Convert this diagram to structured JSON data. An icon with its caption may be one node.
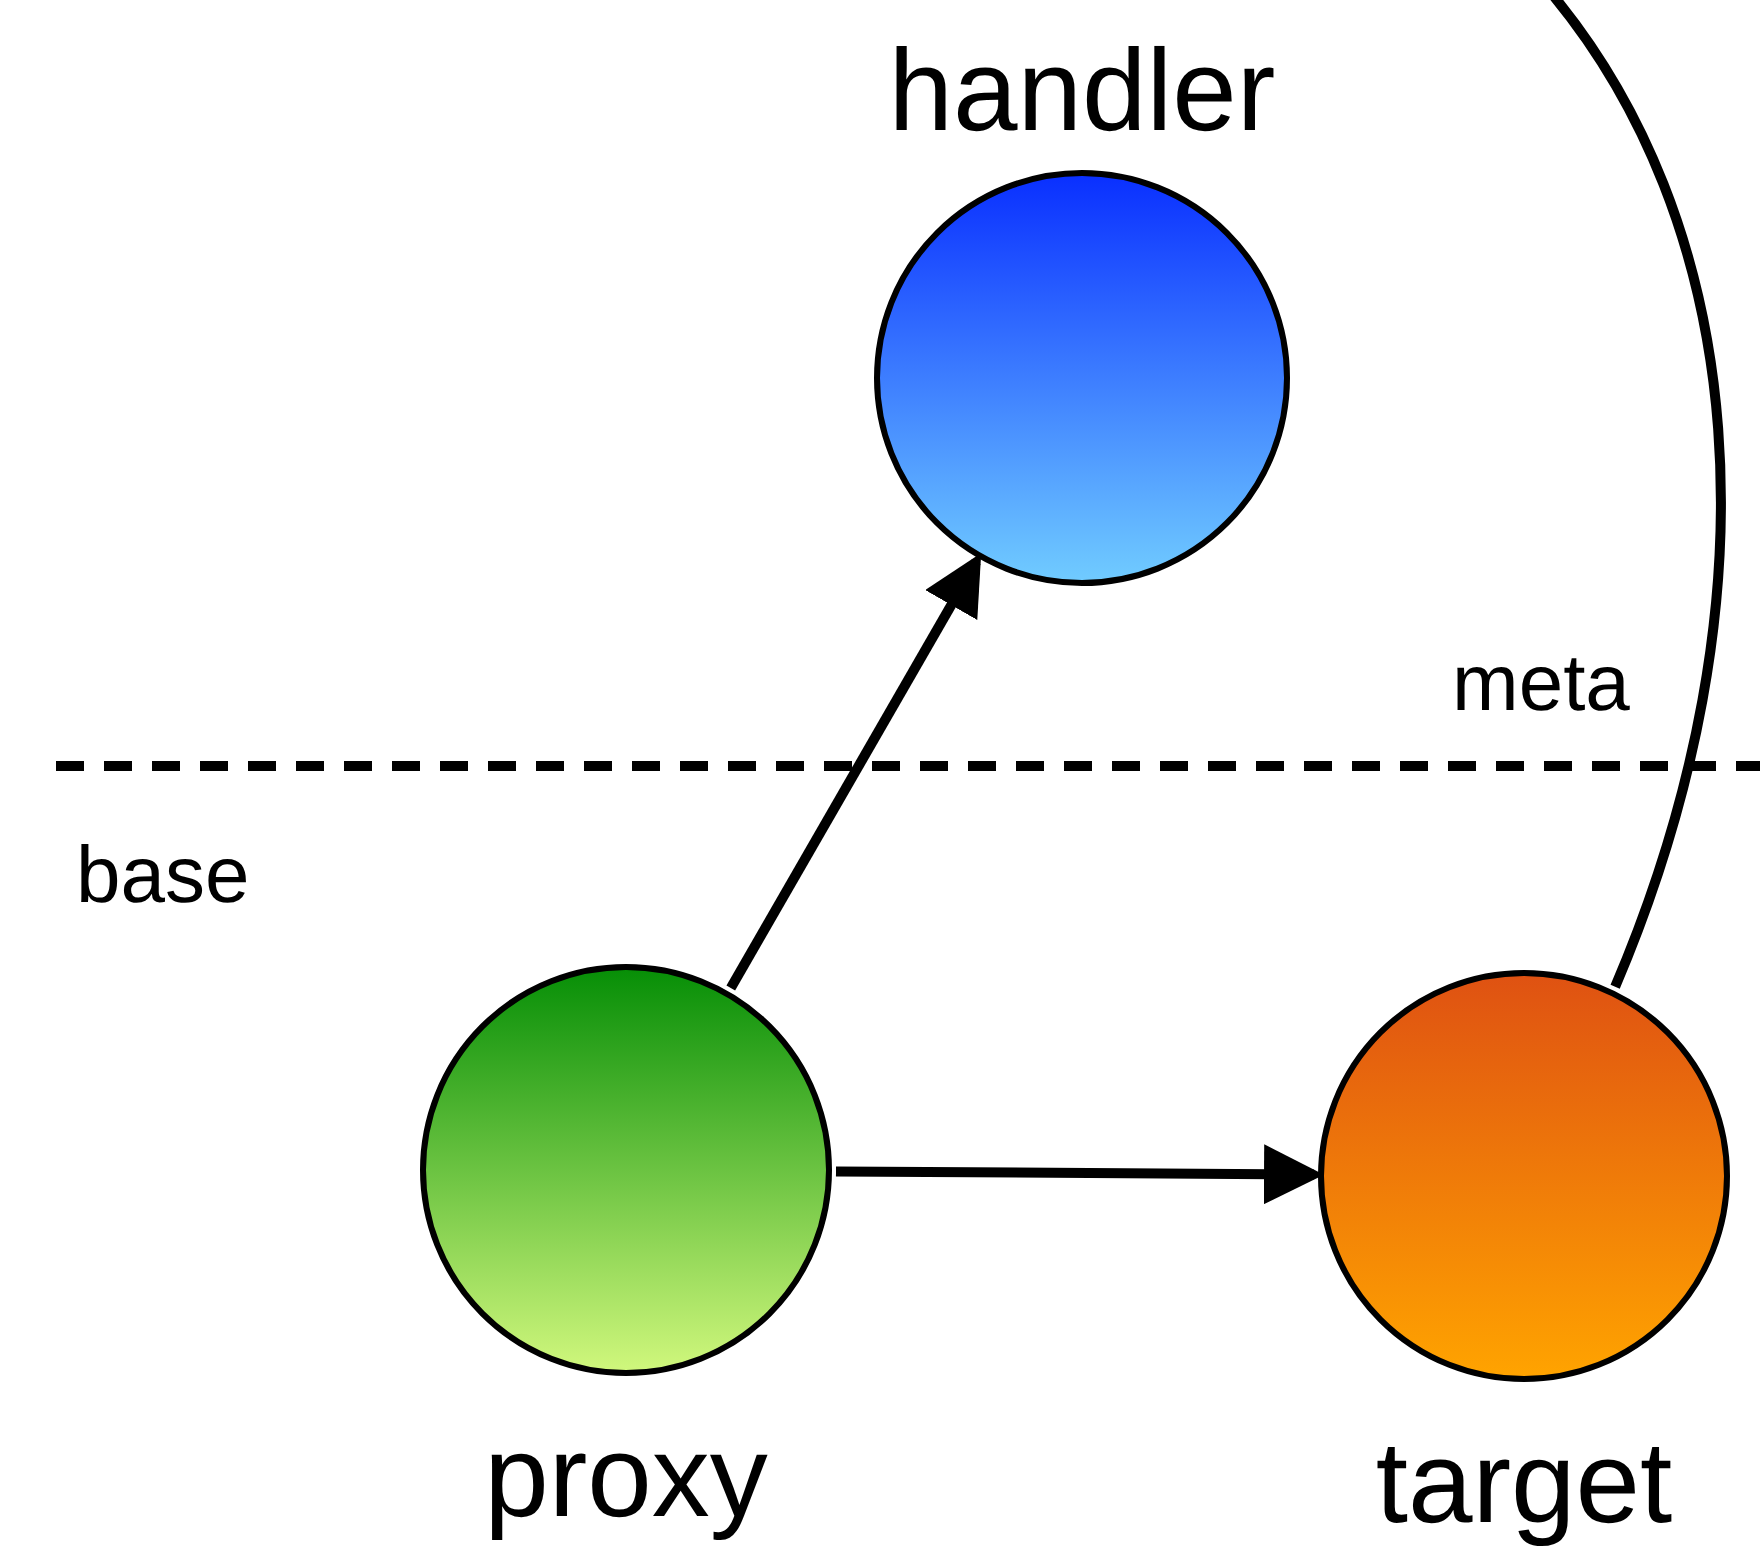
{
  "diagram": {
    "nodes": [
      {
        "text": [
          "handler"
        ]
      },
      {
        "text": [
          "proxy"
        ]
      },
      {
        "text": [
          "target"
        ]
      }
    ],
    "edges": [
      {
        "from": 1,
        "to": 0,
        "arrow": "to"
      },
      {
        "from": 1,
        "to": 2,
        "arrow": "to"
      },
      {
        "from": 2,
        "to": null,
        "arrow": "none"
      }
    ],
    "labels": [
      "meta",
      "base"
    ]
  }
}
